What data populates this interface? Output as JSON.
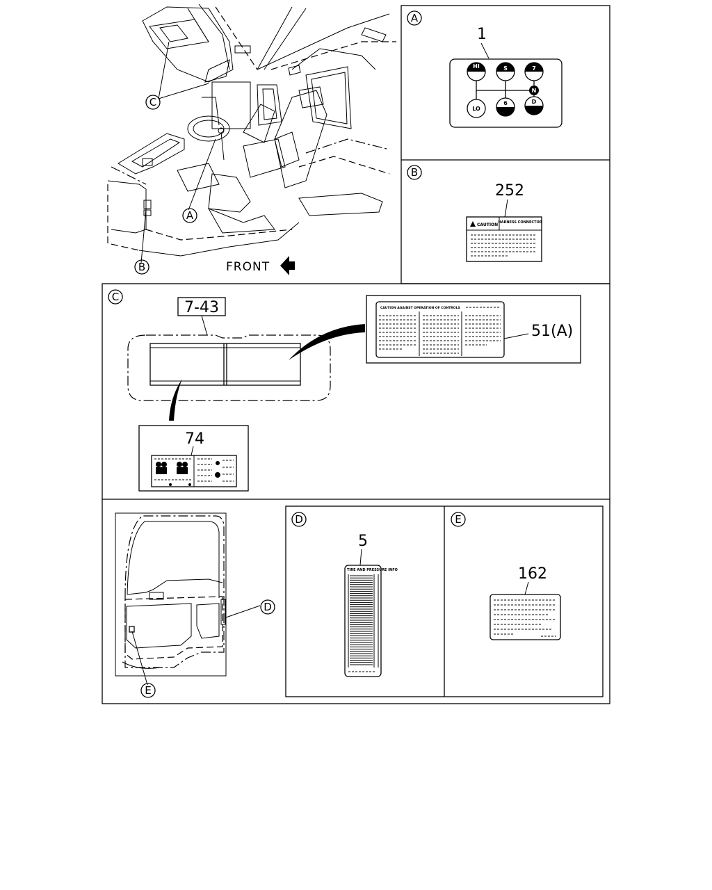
{
  "panels": {
    "A": {
      "letter": "A",
      "part_number": "1",
      "shift_labels": [
        "HI",
        "S",
        "7",
        "N",
        "LO",
        "6",
        "D"
      ]
    },
    "B": {
      "letter": "B",
      "part_number": "252",
      "label_title": "CAUTION",
      "label_subtitle": "HARNESS CONNECTOR"
    },
    "C": {
      "letter": "C",
      "part_number_group": "7-43",
      "part_a": "74",
      "part_b": "51(A)",
      "label_header": "CAUTION AGAINST OPERATION OF CONTROLS"
    },
    "D": {
      "letter": "D",
      "part_number": "5",
      "label_header": "TIRE AND PRESSURE INFO"
    },
    "E": {
      "letter": "E",
      "part_number": "162"
    }
  },
  "overview": {
    "callouts": [
      "C",
      "A",
      "B"
    ],
    "direction_label": "FRONT"
  },
  "door": {
    "callouts": [
      "D",
      "E"
    ]
  }
}
